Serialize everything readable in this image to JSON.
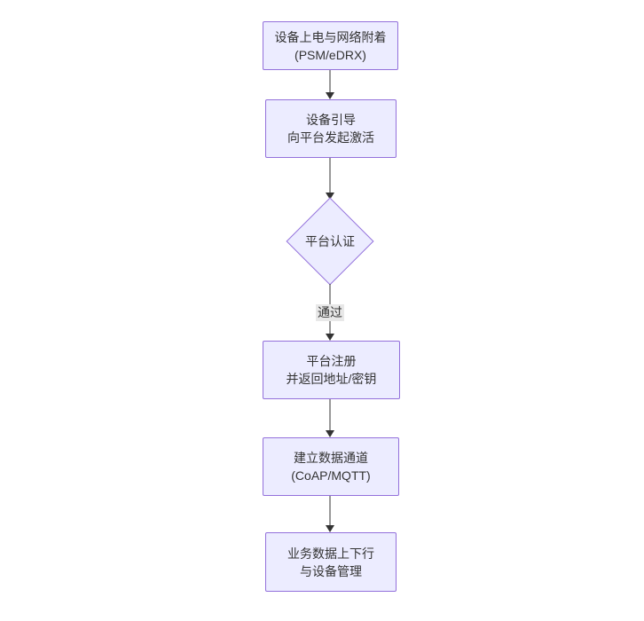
{
  "diagram": {
    "type": "flowchart",
    "direction": "top-down",
    "background_color": "#ffffff",
    "colors": {
      "node_fill": "#ECECFF",
      "node_border": "#9370DB",
      "text": "#333333",
      "arrow": "#333333",
      "edge_label_background": "#e8e8e8"
    },
    "nodes": [
      {
        "id": "power-attach",
        "shape": "rect",
        "lines": [
          "设备上电与网络附着",
          "(PSM/eDRX)"
        ]
      },
      {
        "id": "bootstrap",
        "shape": "rect",
        "lines": [
          "设备引导",
          "向平台发起激活"
        ]
      },
      {
        "id": "platform-auth",
        "shape": "diamond",
        "lines": [
          "平台认证"
        ]
      },
      {
        "id": "platform-register",
        "shape": "rect",
        "lines": [
          "平台注册",
          "并返回地址/密钥"
        ]
      },
      {
        "id": "data-channel",
        "shape": "rect",
        "lines": [
          "建立数据通道",
          "(CoAP/MQTT)"
        ]
      },
      {
        "id": "business-data",
        "shape": "rect",
        "lines": [
          "业务数据上下行",
          "与设备管理"
        ]
      }
    ],
    "edges": [
      {
        "from": "power-attach",
        "to": "bootstrap",
        "label": ""
      },
      {
        "from": "bootstrap",
        "to": "platform-auth",
        "label": ""
      },
      {
        "from": "platform-auth",
        "to": "platform-register",
        "label": "通过"
      },
      {
        "from": "platform-register",
        "to": "data-channel",
        "label": ""
      },
      {
        "from": "data-channel",
        "to": "business-data",
        "label": ""
      }
    ]
  }
}
